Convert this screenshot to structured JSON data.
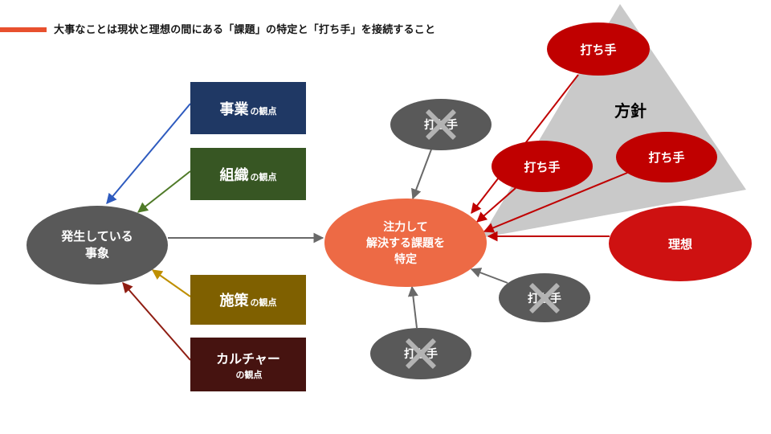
{
  "title": {
    "label": "大事なことは現状と理想の間にある「課題」の特定と「打ち手」を接続すること"
  },
  "colors": {
    "accent_dash": "#E8502E",
    "business_box": "#1F3864",
    "organization_box": "#375623",
    "measures_box": "#7F6000",
    "culture_box": "#461310",
    "phenomena_ellipse": "#595959",
    "focus_ellipse": "#ED6A45",
    "action_ellipse": "#C00000",
    "ideal_ellipse": "#CE1111",
    "rejected_ellipse": "#595959",
    "cross_mark": "#B3B3B3",
    "direction_triangle": "#C9C9C9",
    "arrow_blue": "#2E5BBF",
    "arrow_green": "#4F7A28",
    "arrow_gold": "#BF8F00",
    "arrow_maroon": "#8F1D12",
    "arrow_gray": "#696969",
    "arrow_red": "#C00000",
    "text_on_dark": "#FFFFFF",
    "direction_label_color": "#000000"
  },
  "nodes": {
    "phenomena": {
      "line1": "発生している",
      "line2": "事象"
    },
    "perspectives": {
      "business": {
        "main": "事業",
        "suffix": "の観点"
      },
      "organization": {
        "main": "組織",
        "suffix": "の観点"
      },
      "measures": {
        "main": "施策",
        "suffix": "の観点"
      },
      "culture": {
        "main": "カルチャー",
        "suffix": "の観点"
      }
    },
    "focus": {
      "line1": "注力して",
      "line2": "解決する課題を",
      "line3": "特定"
    },
    "ideal": {
      "label": "理想"
    },
    "direction": {
      "label": "方針"
    },
    "action_label": "打ち手",
    "rejected_label": "打ち手"
  }
}
